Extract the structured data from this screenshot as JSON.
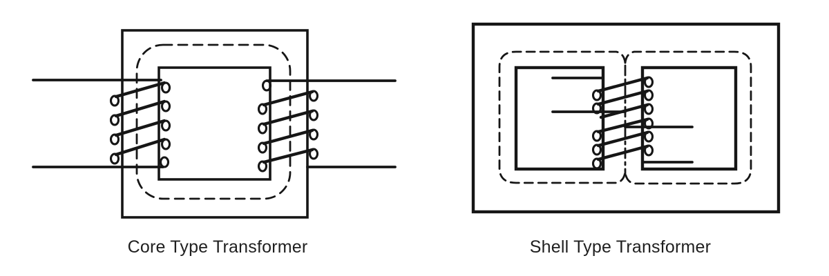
{
  "figure": {
    "background": "#ffffff",
    "line_color": "#161616",
    "caption_color": "#1f1f1f",
    "diagrams": [
      {
        "id": "core-type",
        "label": "Core Type Transformer"
      },
      {
        "id": "shell-type",
        "label": "Shell Type Transformer"
      }
    ]
  }
}
